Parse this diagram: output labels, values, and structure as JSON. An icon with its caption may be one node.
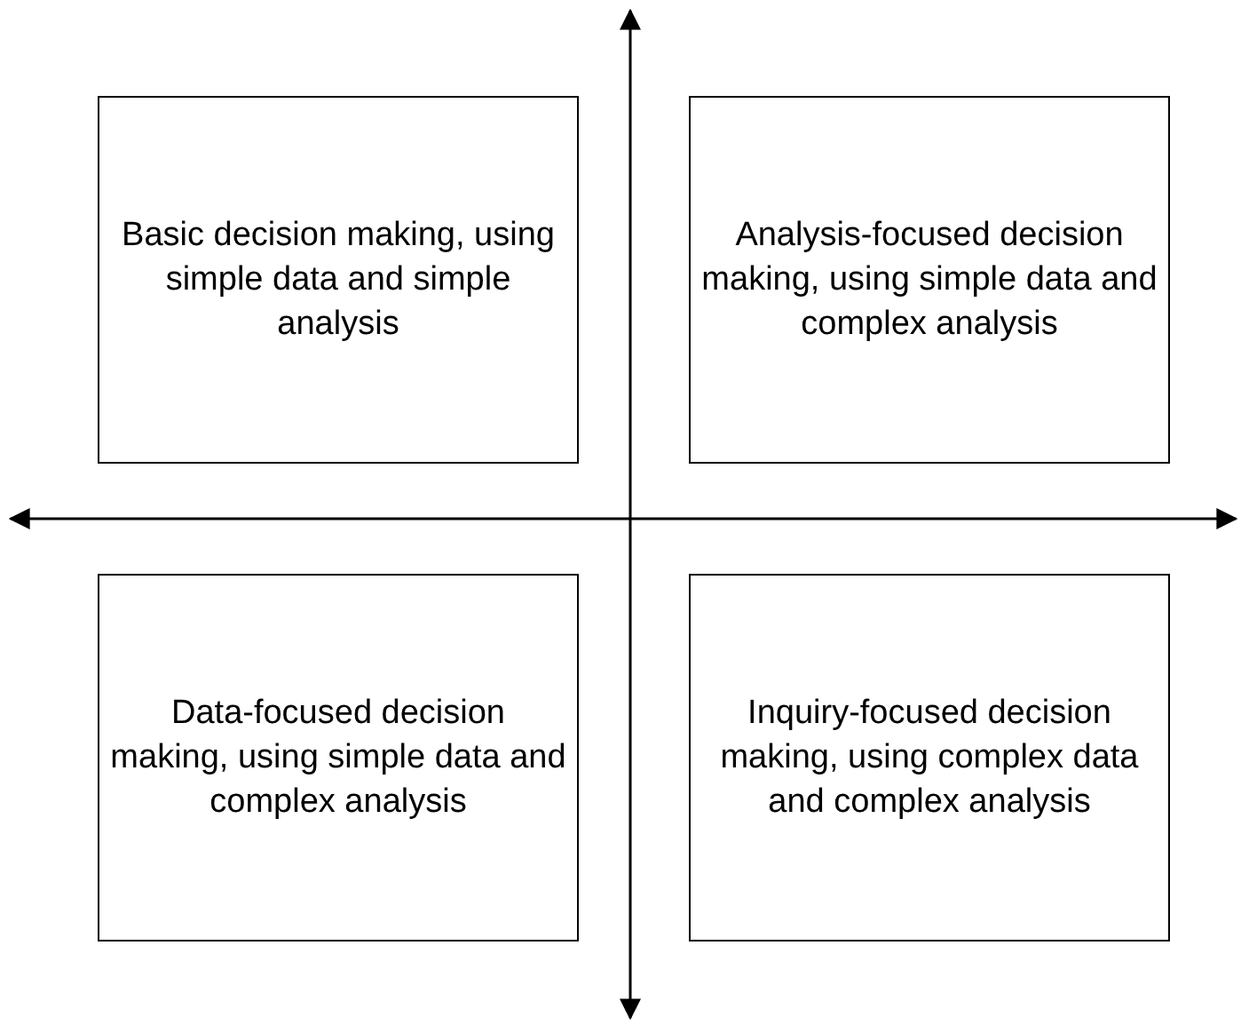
{
  "diagram": {
    "nodes": [
      {
        "text": [
          "Basic decision making, using simple data and simple analysis"
        ]
      },
      {
        "text": [
          "Analysis-focused decision making, using simple data and complex analysis"
        ]
      },
      {
        "text": [
          "Data-focused decision making, using simple data and complex analysis"
        ]
      },
      {
        "text": [
          "Inquiry-focused decision making, using complex data and complex analysis"
        ]
      }
    ]
  }
}
